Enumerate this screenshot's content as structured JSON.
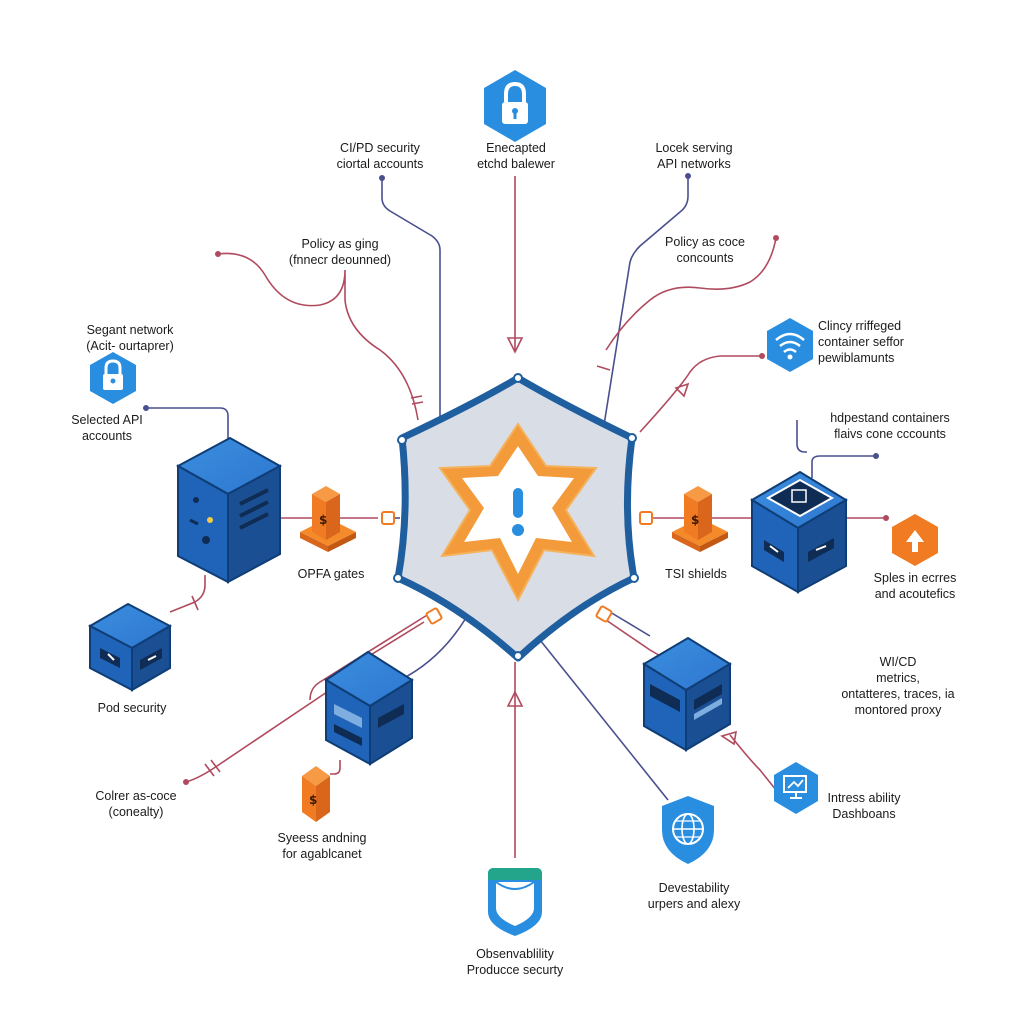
{
  "hub": {
    "icon": "exclamation-star-icon"
  },
  "labels": {
    "cicd": [
      "CI/PD security",
      "ciortal accounts"
    ],
    "encrypted": [
      "Enecapted",
      "etchd balewer"
    ],
    "lock_serving": [
      "Locek serving",
      "API networks"
    ],
    "policy_ging": [
      "Policy as ging",
      "(fnnecr deounned)"
    ],
    "policy_code": [
      "Policy as coce",
      "concounts"
    ],
    "segment": [
      "Segant network",
      "(Acit- ourtaprer)"
    ],
    "selected_api": [
      "Selected API",
      "accounts"
    ],
    "clincy": [
      "Clincy rriffeged",
      "container seffor",
      "pewiblamunts"
    ],
    "hdpestand": [
      "hdpestand containers",
      "flaivs cone cccounts"
    ],
    "opa": [
      "OPFA gates"
    ],
    "tsi": [
      "TSI shields"
    ],
    "sples": [
      "Sples in ecrres",
      "and acoutefics"
    ],
    "pod": [
      "Pod security"
    ],
    "wicd": [
      "WI/CD",
      "metrics,",
      "ontatteres, traces, ia",
      "montored proxy"
    ],
    "colrer": [
      "Colrer as-coce",
      "(conealty)"
    ],
    "spess": [
      "Syeess andning",
      "for agablcanet"
    ],
    "intress": [
      "Intress ability",
      "Dashboans"
    ],
    "devestability": [
      "Devestability",
      "urpers and alexy"
    ],
    "observability": [
      "Obsenvablility",
      "Producce securty"
    ]
  },
  "icons": {
    "padlock": "padlock-icon",
    "wifi": "wifi-shield-icon",
    "globe": "globe-shield-icon",
    "monitor": "monitor-dashboard-icon",
    "arrow_up": "arrow-up-hexagon-icon",
    "server": "server-rack-icon",
    "dollar_gate": "dollar-gate-icon"
  },
  "colors": {
    "blue_primary": "#1f6fc5",
    "blue_dark": "#17477f",
    "orange": "#f07b22",
    "link_red": "#b04a5e",
    "link_purple": "#4a4f8e",
    "hub_fill": "#d9dde6"
  }
}
